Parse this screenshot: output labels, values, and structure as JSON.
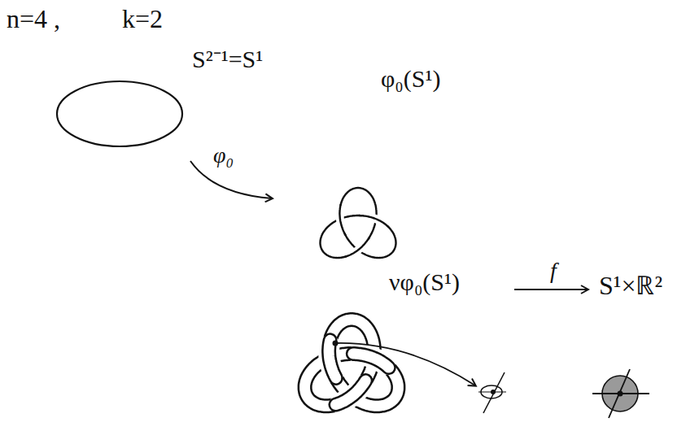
{
  "diagram": {
    "labels": [
      "n=4 ,",
      "k=2",
      "S²⁻¹=S¹",
      "φ₀",
      "φ₀(S¹)",
      "νφ₀(S¹)",
      "f",
      "S¹×ℝ²"
    ]
  }
}
